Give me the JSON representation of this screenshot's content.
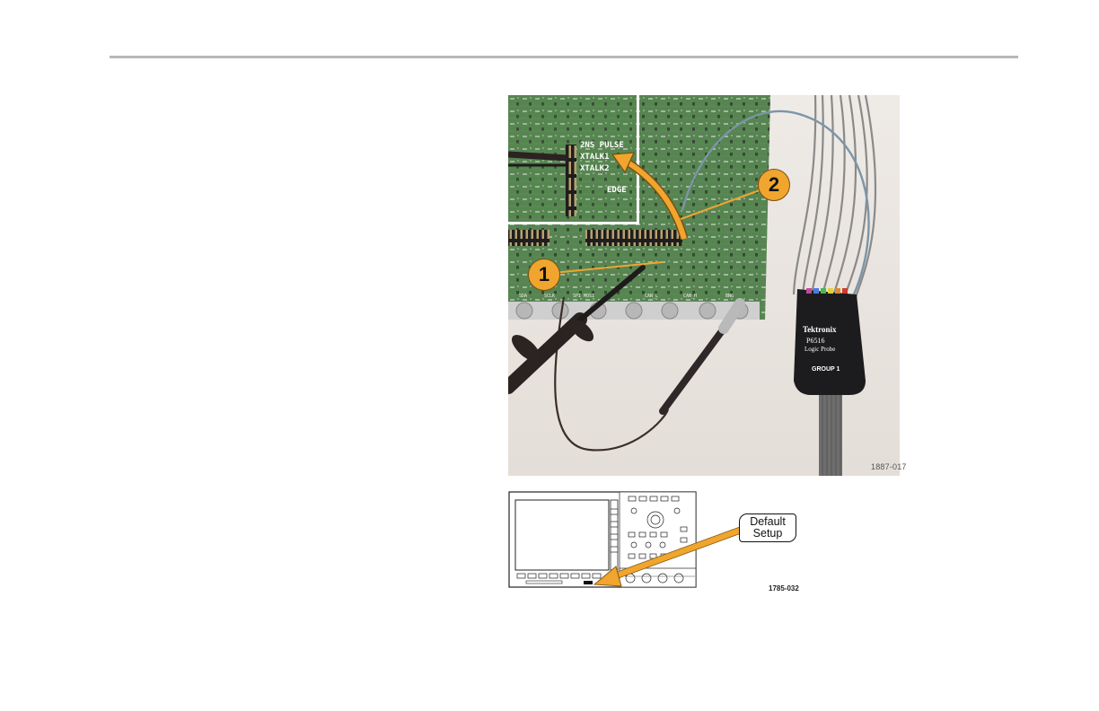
{
  "photo": {
    "code": "1887-017",
    "callouts": [
      "1",
      "2"
    ],
    "inset_labels": [
      "2NS PULSE",
      "XTALK1",
      "XTALK2",
      "EDGE"
    ],
    "board_labels": [
      "SDA",
      "SCLK",
      "SPI MOSI",
      "CAN_L",
      "CAN_H",
      "BNG"
    ],
    "probe": {
      "brand": "Tektronix",
      "model": "P6516",
      "type": "Logic Probe",
      "group": "GROUP 1"
    }
  },
  "front_panel": {
    "code": "1785-032",
    "button_label_line1": "Default",
    "button_label_line2": "Setup"
  },
  "colors": {
    "rule": "#b8b8b8",
    "pcb": "#5a8a55",
    "callout": "#f0a52e",
    "probe_pod": "#1c1c1e"
  }
}
